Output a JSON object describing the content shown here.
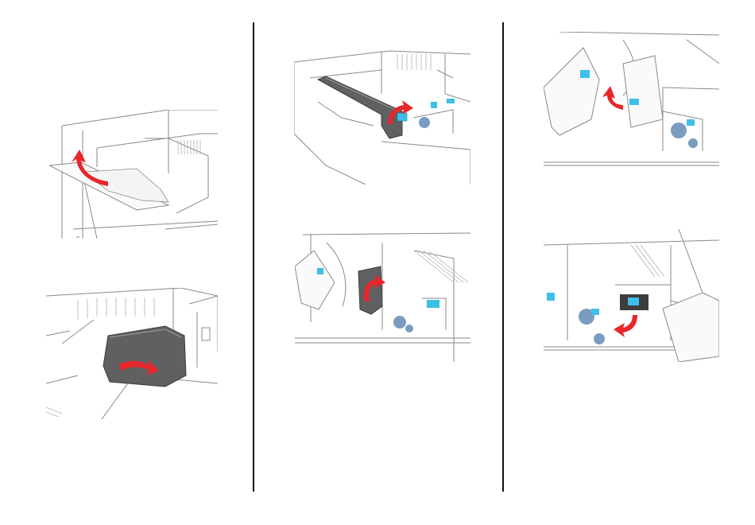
{
  "page": {
    "title": "",
    "columns": 3
  },
  "colors": {
    "divider": "#111111",
    "arrow": "#e8262b",
    "handle": "#3dbfe8",
    "panel_dark": "#5f6062",
    "knob": "#7a9cc0",
    "paper": "#f4f4f4",
    "line": "#8a8a8a"
  },
  "steps": [
    {
      "id": "step-1",
      "column": 1,
      "icon": "remove-jammed-paper-from-output-tray"
    },
    {
      "id": "step-2",
      "column": 1,
      "icon": "open-finisher-cover-arrow"
    },
    {
      "id": "step-3",
      "column": 2,
      "icon": "lift-handle-arrow"
    },
    {
      "id": "step-4",
      "column": 2,
      "icon": "rotate-door-arrow"
    },
    {
      "id": "step-5",
      "column": 3,
      "icon": "open-door-arrow"
    },
    {
      "id": "step-6",
      "column": 3,
      "icon": "close-door-arrow"
    }
  ]
}
